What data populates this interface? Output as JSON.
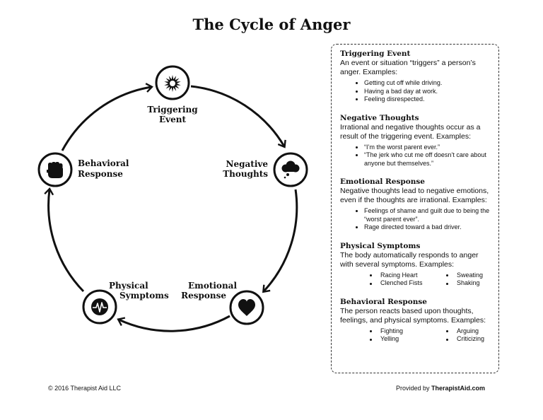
{
  "title": "The Cycle of Anger",
  "cycle": {
    "nodes": [
      {
        "id": "triggering",
        "icon": "explosion-icon",
        "line1": "Triggering",
        "line2": "Event"
      },
      {
        "id": "negative",
        "icon": "thought-cloud-icon",
        "line1": "Negative",
        "line2": "Thoughts"
      },
      {
        "id": "emotional",
        "icon": "heart-icon",
        "line1": "Emotional",
        "line2": "Response"
      },
      {
        "id": "physical",
        "icon": "heartbeat-icon",
        "line1": "Physical",
        "line2": "Symptoms"
      },
      {
        "id": "behavioral",
        "icon": "fist-icon",
        "line1": "Behavioral",
        "line2": "Response"
      }
    ]
  },
  "sidebar": {
    "triggering": {
      "heading": "Triggering Event",
      "desc": "An event or situation “triggers” a person’s anger. Examples:",
      "items": [
        "Getting cut off while driving.",
        "Having a bad day at work.",
        "Feeling disrespected."
      ]
    },
    "negative": {
      "heading": "Negative Thoughts",
      "desc": "Irrational and negative thoughts occur as a result of the triggering event. Examples:",
      "items": [
        "“I’m the worst parent ever.”",
        "“The jerk who cut me off doesn’t care about anyone but themselves.”"
      ]
    },
    "emotional": {
      "heading": "Emotional Response",
      "desc": "Negative thoughts lead to negative emotions, even if the thoughts are irrational. Examples:",
      "items": [
        "Feelings of shame and guilt due to being the “worst parent ever”.",
        "Rage directed toward a bad driver."
      ]
    },
    "physical": {
      "heading": "Physical Symptoms",
      "desc": "The body automatically responds to anger with several symptoms. Examples:",
      "items": [
        "Racing Heart",
        "Sweating",
        "Clenched Fists",
        "Shaking"
      ]
    },
    "behavioral": {
      "heading": "Behavioral Response",
      "desc": "The person reacts based upon thoughts, feelings, and physical symptoms. Examples:",
      "items": [
        "Fighting",
        "Arguing",
        "Yelling",
        "Criticizing"
      ]
    }
  },
  "footer": {
    "copyright": "© 2016 Therapist Aid LLC",
    "provided_by": "Provided by",
    "brand": "TherapistAid.com"
  }
}
